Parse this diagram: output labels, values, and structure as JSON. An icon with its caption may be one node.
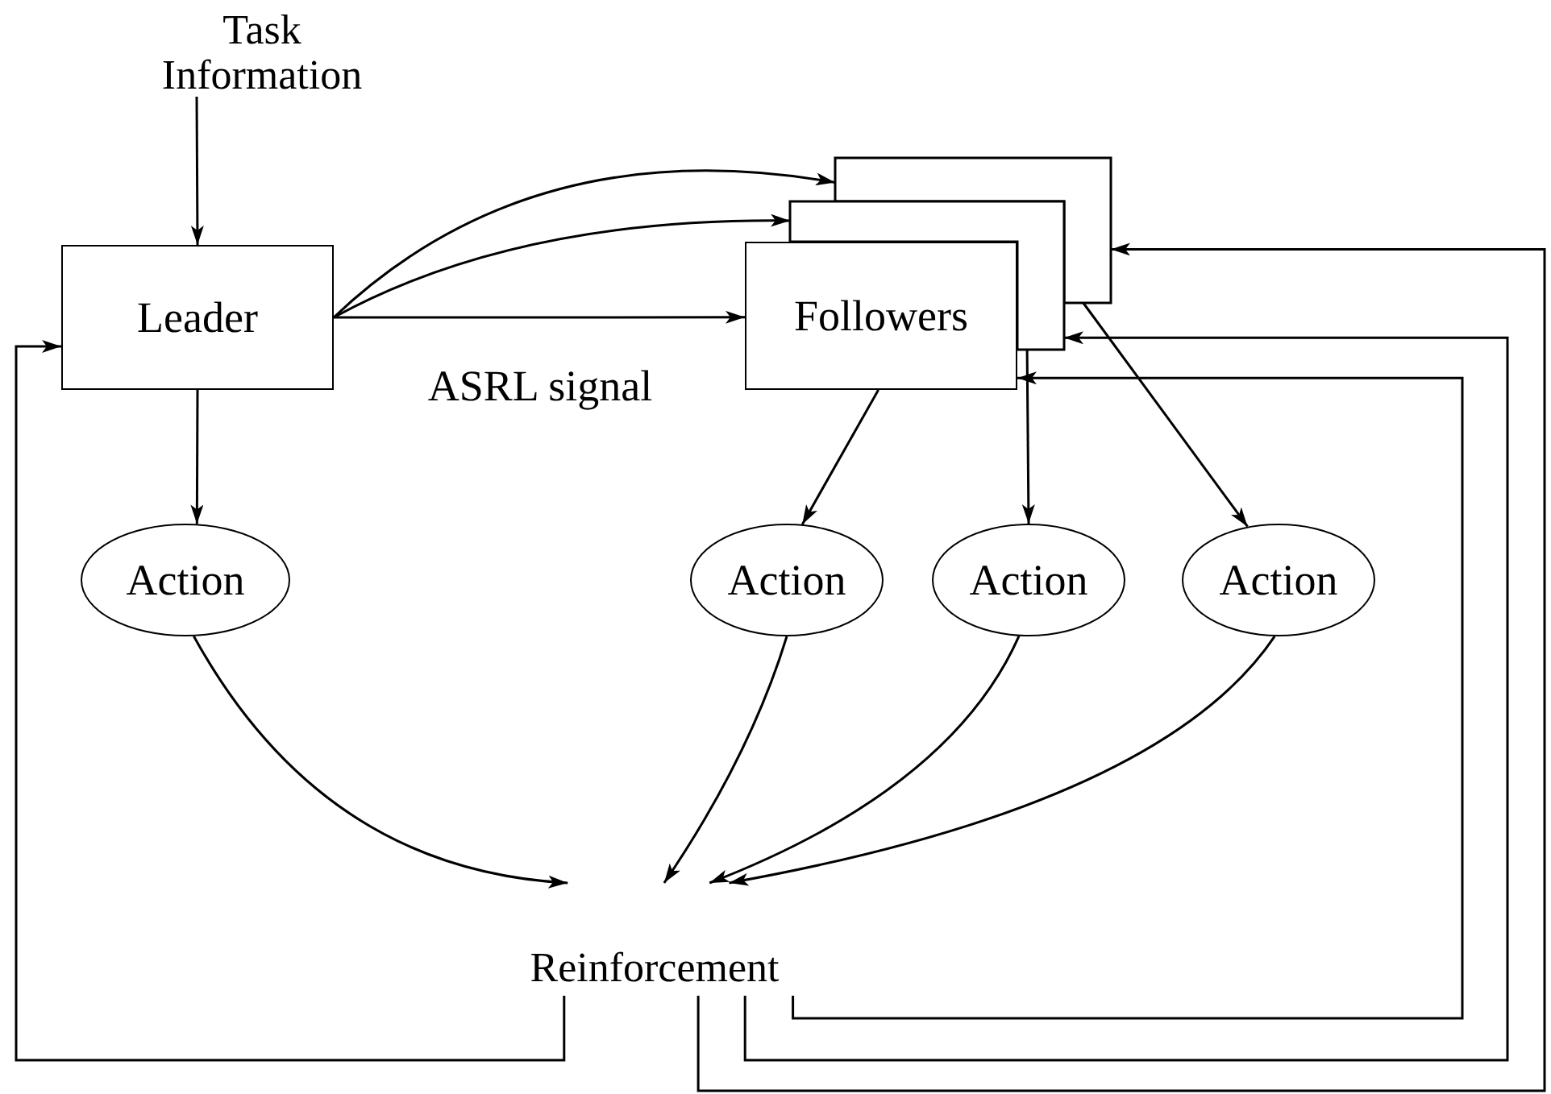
{
  "diagram": {
    "nodes": [
      {
        "text": [
          "Task Information"
        ]
      },
      {
        "text": [
          "Leader"
        ]
      },
      {
        "text": [
          "Followers"
        ]
      },
      {
        "text": [],
        "shape": "box"
      },
      {
        "text": [],
        "shape": "box"
      },
      {
        "text": [
          "Action"
        ]
      },
      {
        "text": [
          "Action"
        ]
      },
      {
        "text": [
          "Action"
        ]
      },
      {
        "text": [
          "Action"
        ]
      },
      {
        "text": [
          "Reinforcement"
        ]
      }
    ],
    "edges": [
      {
        "from": 0,
        "to": 1,
        "arrow": "to"
      },
      {
        "from": 1,
        "to": 4,
        "arrow": "to"
      },
      {
        "from": 1,
        "to": 3,
        "arrow": "to"
      },
      {
        "from": 1,
        "to": 2,
        "arrow": "to",
        "label": "ASRL signal"
      },
      {
        "from": 1,
        "to": 5,
        "arrow": "to"
      },
      {
        "from": 2,
        "to": 6,
        "arrow": "to"
      },
      {
        "from": 3,
        "to": 7,
        "arrow": "to"
      },
      {
        "from": 4,
        "to": 8,
        "arrow": "to"
      },
      {
        "from": 5,
        "to": 9,
        "arrow": "to"
      },
      {
        "from": 6,
        "to": 9,
        "arrow": "to"
      },
      {
        "from": 7,
        "to": 9,
        "arrow": "to"
      },
      {
        "from": 8,
        "to": 9,
        "arrow": "to"
      },
      {
        "from": 9,
        "to": 1,
        "arrow": "to"
      },
      {
        "from": 9,
        "to": 2,
        "arrow": "to"
      },
      {
        "from": 9,
        "to": 3,
        "arrow": "to"
      },
      {
        "from": 9,
        "to": 4,
        "arrow": "to"
      }
    ]
  }
}
